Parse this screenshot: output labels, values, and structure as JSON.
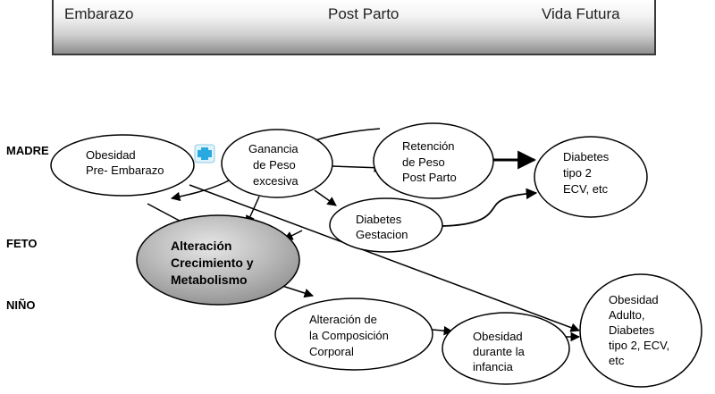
{
  "header": {
    "stages": [
      "Embarazo",
      "Post Parto",
      "Vida Futura"
    ]
  },
  "rows": {
    "madre": "MADRE",
    "feto": "FETO",
    "nino": "NIÑO"
  },
  "nodes": {
    "obesidad_pre": [
      "Obesidad",
      "Pre- Embarazo"
    ],
    "ganancia_peso": [
      "Ganancia",
      "de Peso",
      "excesiva"
    ],
    "retencion_peso": [
      "Retención",
      "de Peso",
      "Post Parto"
    ],
    "diabetes_tipo2": [
      "Diabetes",
      "tipo 2",
      "ECV,  etc"
    ],
    "diabetes_gestacion": [
      "Diabetes",
      "Gestacion"
    ],
    "alteracion_crecimiento": [
      "Alteración",
      "Crecimiento y",
      "Metabolismo"
    ],
    "alteracion_composicion": [
      "Alteración de",
      "la Composición",
      "Corporal"
    ],
    "obesidad_infancia": [
      "Obesidad",
      "durante la",
      "infancia"
    ],
    "obesidad_adulto": [
      "Obesidad",
      "Adulto,",
      "Diabetes",
      "tipo 2,  ECV,",
      "etc"
    ]
  },
  "colors": {
    "accent_gray": "#b5b5b5",
    "icon_blue": "#29a9e0"
  },
  "icons": {
    "plus_icon": "plus-icon"
  }
}
